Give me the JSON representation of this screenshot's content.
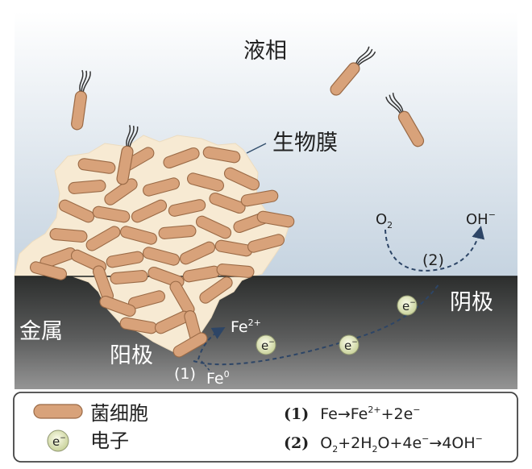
{
  "labels": {
    "liquid_phase": "液相",
    "biofilm": "生物膜",
    "metal": "金属",
    "anode": "阳极",
    "cathode": "阴极",
    "o2": "O",
    "o2_sub": "2",
    "oh": "OH",
    "oh_sup": "−",
    "fe2": "Fe",
    "fe2_sup": "2+",
    "fe0": "Fe",
    "fe0_sup": "0",
    "step1": "(1)",
    "step2": "(2)",
    "electron": "e",
    "electron_sup": "−"
  },
  "legend": {
    "bacteria_label": "菌细胞",
    "electron_label": "电子",
    "electron_symbol": "e",
    "electron_symbol_sup": "−",
    "reaction1_num": "(1)",
    "reaction2_num": "(2)",
    "reaction1": {
      "fe": "Fe",
      "arrow": "→",
      "fe2": "Fe",
      "fe2_sup": "2+",
      "rest": "+2e",
      "rest_sup": "−"
    },
    "reaction2": {
      "o": "O",
      "o_sub": "2",
      "p1": "+2H",
      "h_sub": "2",
      "p2": "O+4e",
      "e_sup": "−",
      "arrow": "→",
      "p3": "4OH",
      "oh_sup": "−"
    }
  },
  "colors": {
    "liquid_top": "#ffffff",
    "liquid_bottom": "#c9d6e3",
    "metal_top": "#2f3130",
    "metal_bottom": "#8c8c8c",
    "biofilm": "#f7ead2",
    "bacteria_fill": "#d8a27a",
    "bacteria_stroke": "#9a6a46",
    "electron_fill": "#e8ecc8",
    "arrow": "#2d4566"
  }
}
